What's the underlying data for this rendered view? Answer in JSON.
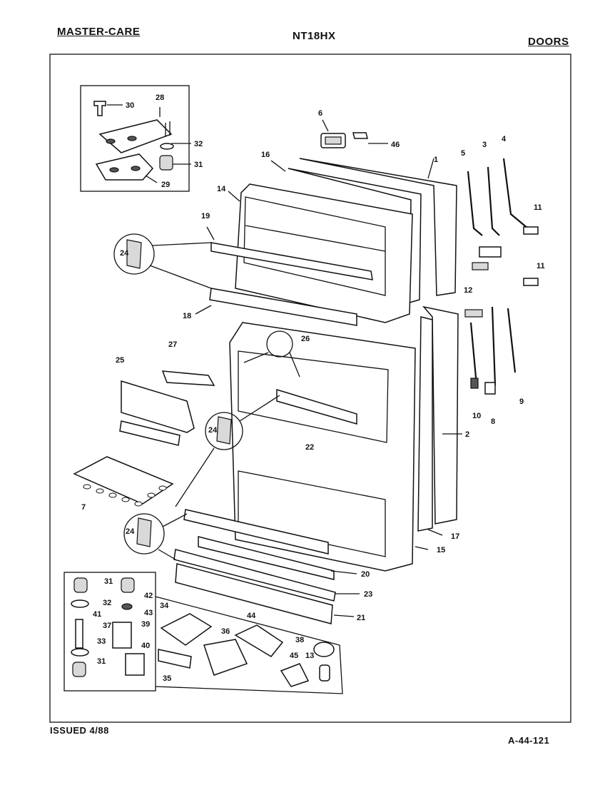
{
  "header": {
    "brand": "MASTER-CARE",
    "model": "NT18HX",
    "section": "DOORS"
  },
  "footer": {
    "issued": "ISSUED 4/88",
    "page_code": "A-44-121"
  },
  "callouts": [
    "1",
    "2",
    "3",
    "4",
    "5",
    "6",
    "7",
    "8",
    "9",
    "10",
    "11",
    "11",
    "12",
    "13",
    "14",
    "15",
    "16",
    "17",
    "18",
    "19",
    "20",
    "21",
    "22",
    "23",
    "24",
    "24",
    "24",
    "25",
    "26",
    "27",
    "28",
    "29",
    "30",
    "31",
    "31",
    "31",
    "32",
    "32",
    "33",
    "34",
    "35",
    "36",
    "37",
    "38",
    "39",
    "40",
    "41",
    "42",
    "43",
    "44",
    "45",
    "46"
  ]
}
